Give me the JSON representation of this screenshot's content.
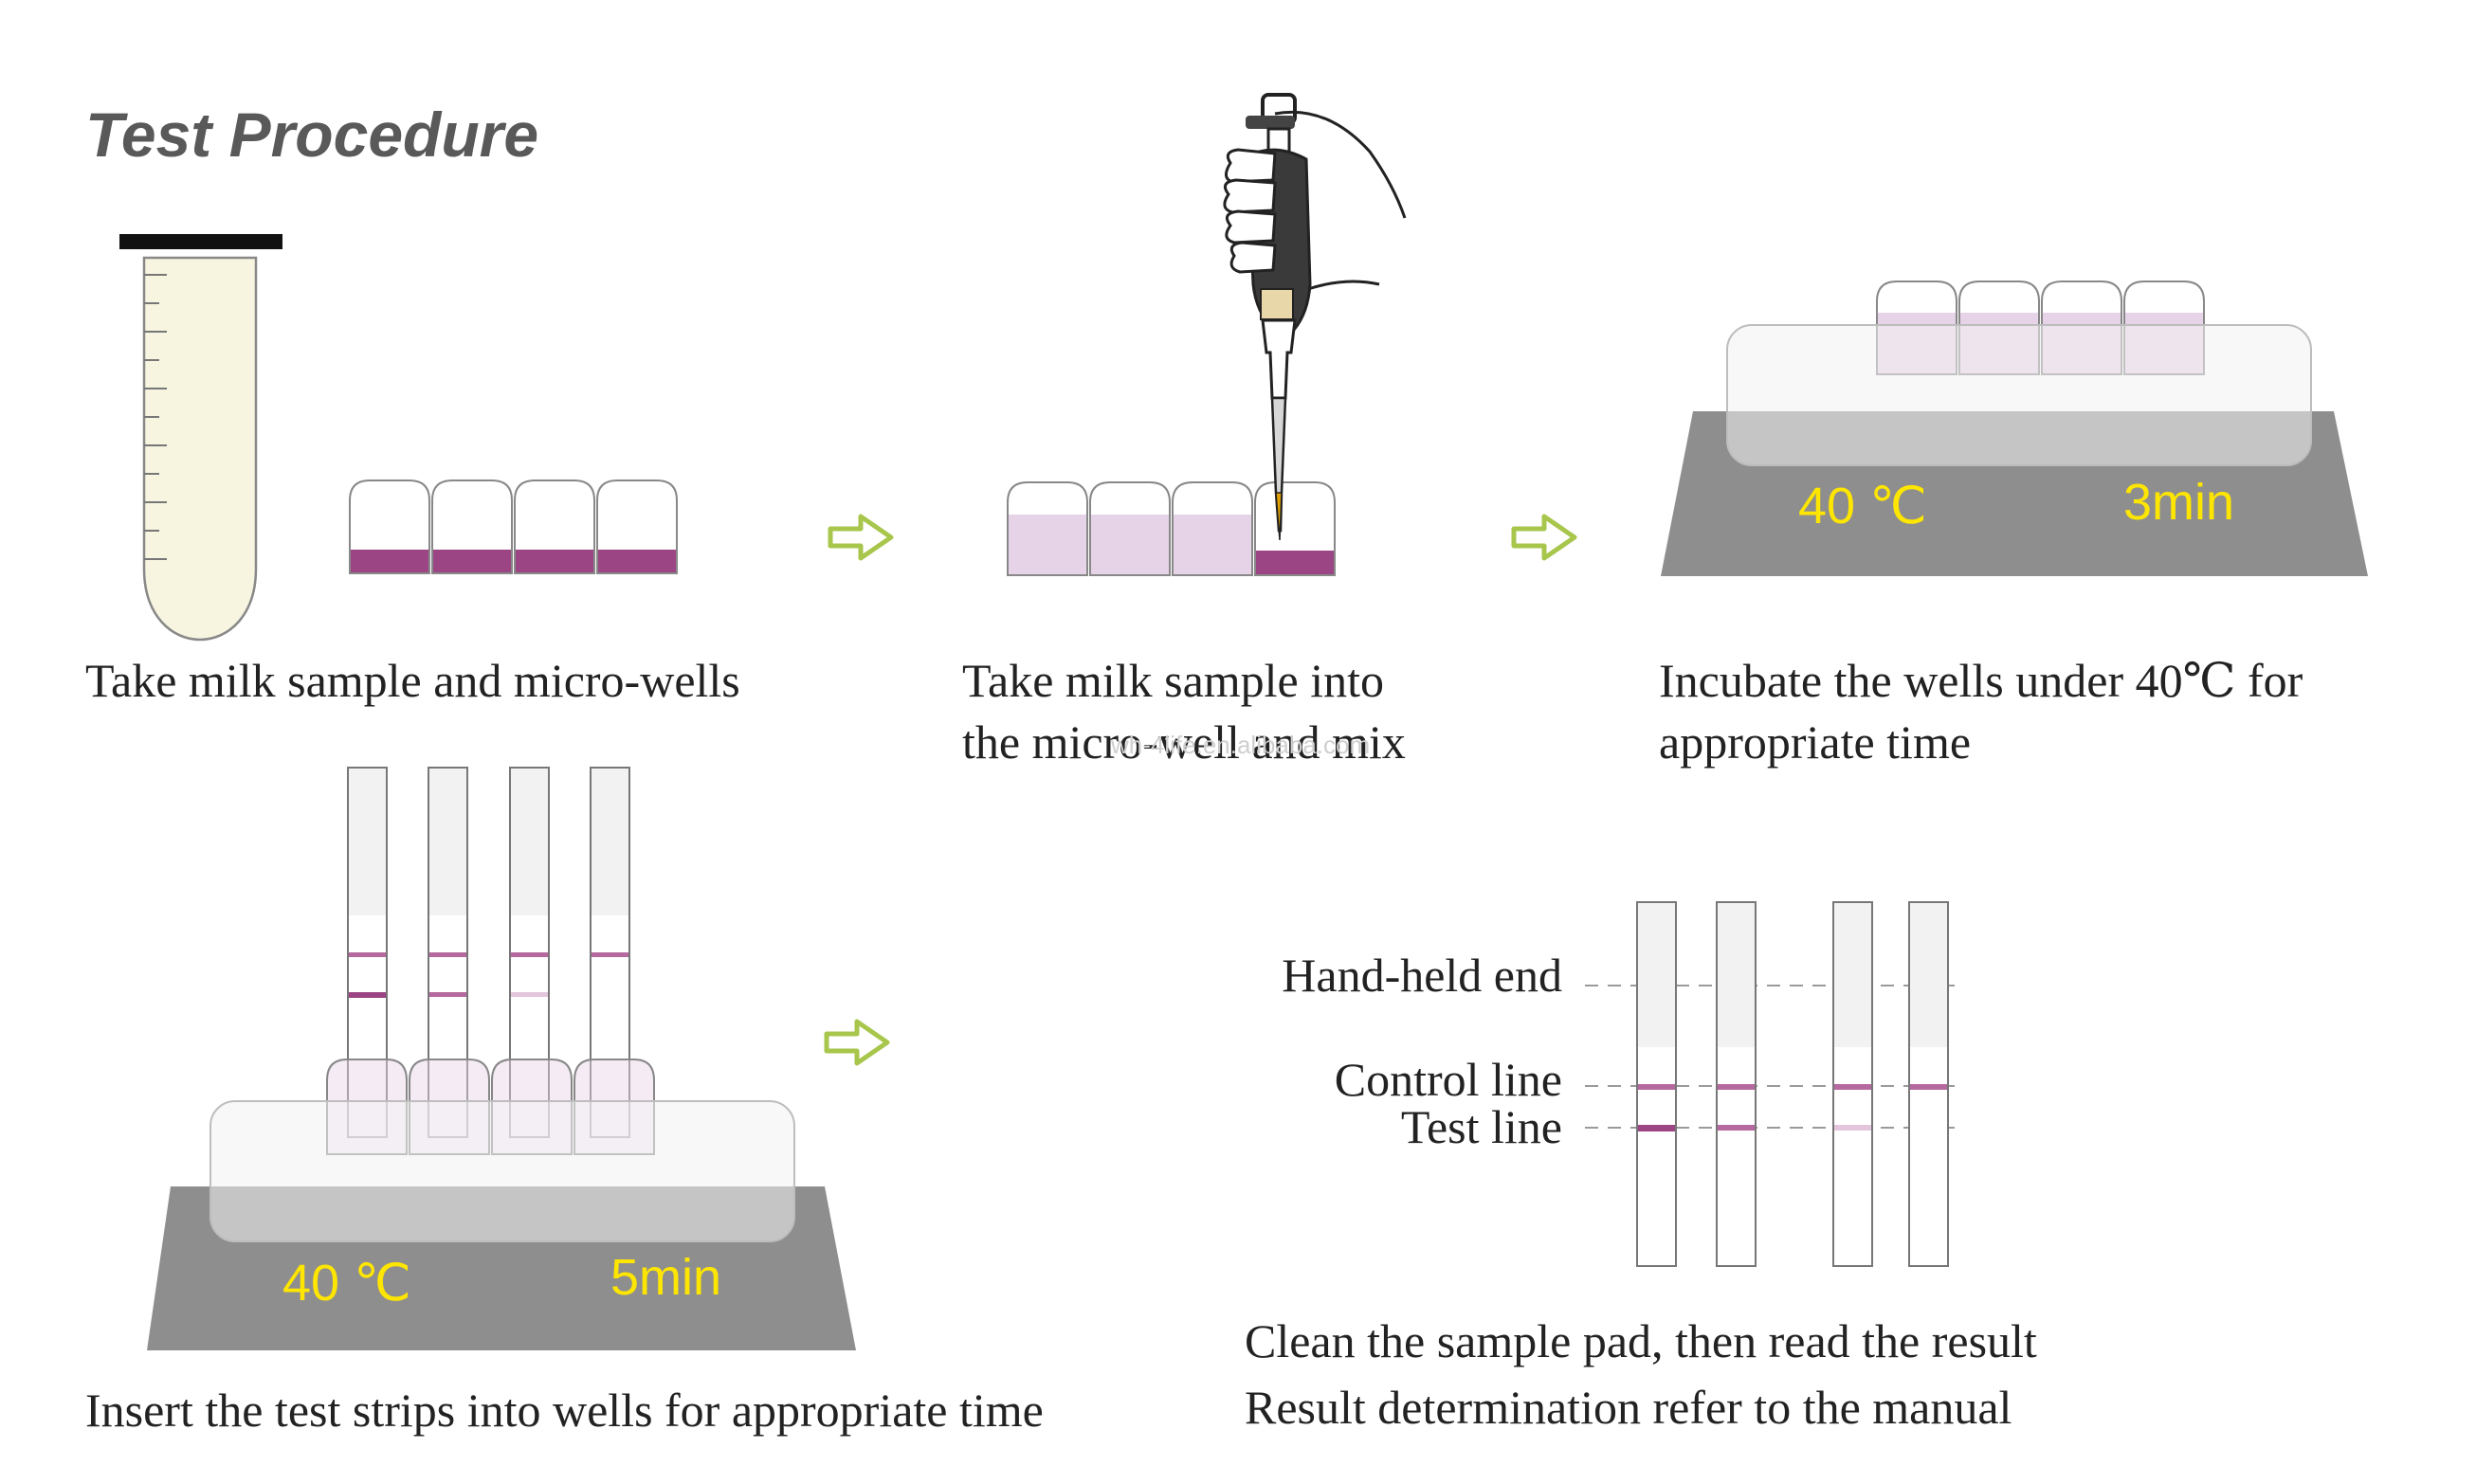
{
  "title": "Test Procedure",
  "steps": [
    {
      "caption_lines": [
        "Take milk sample and micro-wells"
      ]
    },
    {
      "caption_lines": [
        "Take milk sample into",
        "the micro-well and mix"
      ]
    },
    {
      "caption_lines": [
        "Incubate the wells under 40℃ for",
        "appropriate time"
      ],
      "temperature": "40 ℃",
      "time": "3min"
    },
    {
      "caption_lines": [
        "Insert the test strips into wells for appropriate time"
      ],
      "temperature": "40 ℃",
      "time": "5min"
    },
    {
      "caption_lines": [
        "Clean the sample pad, then read the result",
        "Result determination refer to the manual"
      ]
    }
  ],
  "strip_labels": {
    "hand_held_end": "Hand-held end",
    "control_line": "Control line",
    "test_line": "Test line"
  },
  "watermark": "wh-4life.en.alibaba.com",
  "colors": {
    "well_dark": "#9c4584",
    "well_light": "#e6d3e8",
    "milk": "#f7f4e0",
    "heater": "#8e8e8e",
    "arrow": "#a7c64b",
    "temp_text": "#ffe600"
  }
}
